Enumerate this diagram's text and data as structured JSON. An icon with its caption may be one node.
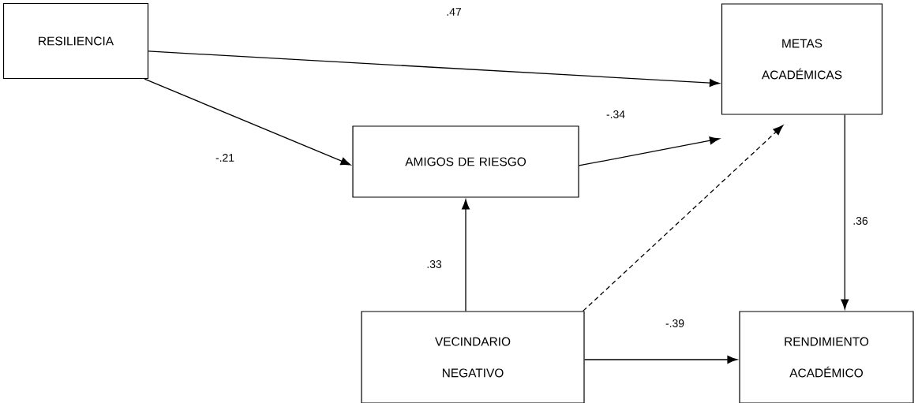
{
  "diagram": {
    "nodes": [
      {
        "text": [
          "RESILIENCIA"
        ]
      },
      {
        "text": [
          "METAS ACADÉMICAS"
        ]
      },
      {
        "text": [
          "AMIGOS DE RIESGO"
        ]
      },
      {
        "text": [
          "VECINDARIO NEGATIVO"
        ]
      },
      {
        "text": [
          "RENDIMIENTO ACADÉMICO"
        ]
      }
    ],
    "edges": [
      {
        "from": 0,
        "to": 1,
        "arrow": "to",
        "label": ".47"
      },
      {
        "from": 0,
        "to": 2,
        "arrow": "to",
        "label": "-.21"
      },
      {
        "from": 2,
        "to": 1,
        "arrow": "to",
        "label": "-.34"
      },
      {
        "from": 3,
        "to": 2,
        "arrow": "to",
        "label": ".33"
      },
      {
        "from": 3,
        "to": 1,
        "arrow": "to",
        "style": "dashed"
      },
      {
        "from": 1,
        "to": 4,
        "arrow": "to",
        "label": ".36"
      },
      {
        "from": 3,
        "to": 4,
        "arrow": "to",
        "label": "-.39"
      }
    ]
  }
}
